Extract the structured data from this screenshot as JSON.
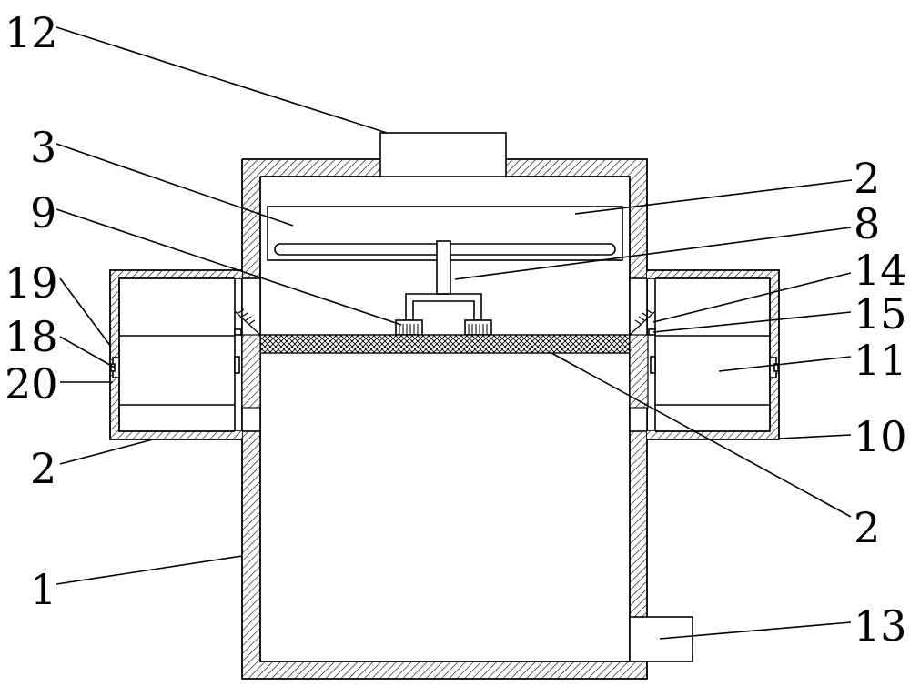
{
  "labels": [
    {
      "id": "12",
      "text": "12"
    },
    {
      "id": "3",
      "text": "3"
    },
    {
      "id": "9",
      "text": "9"
    },
    {
      "id": "19",
      "text": "19"
    },
    {
      "id": "18",
      "text": "18"
    },
    {
      "id": "20",
      "text": "20"
    },
    {
      "id": "2a",
      "text": "2"
    },
    {
      "id": "1",
      "text": "1"
    },
    {
      "id": "2b",
      "text": "2"
    },
    {
      "id": "8",
      "text": "8"
    },
    {
      "id": "14",
      "text": "14"
    },
    {
      "id": "15",
      "text": "15"
    },
    {
      "id": "11",
      "text": "11"
    },
    {
      "id": "10",
      "text": "10"
    },
    {
      "id": "2c",
      "text": "2"
    },
    {
      "id": "13",
      "text": "13"
    }
  ]
}
